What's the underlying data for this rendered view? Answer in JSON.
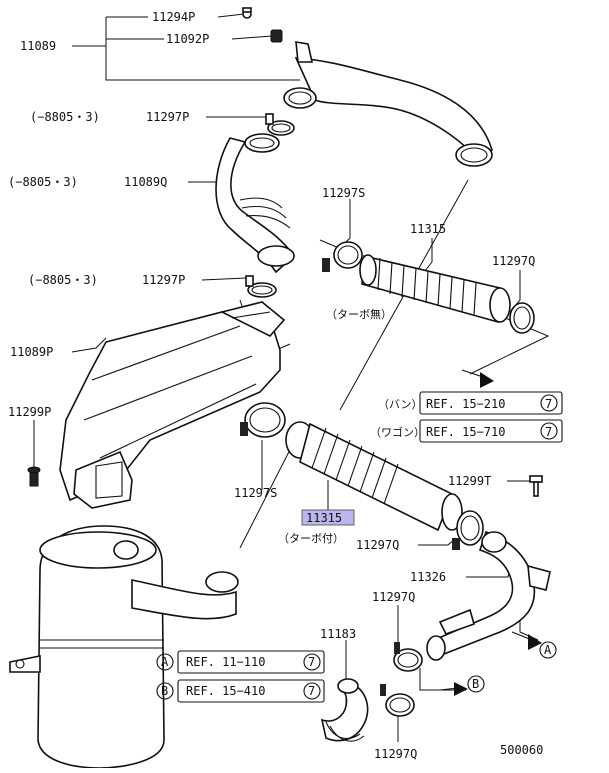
{
  "labels": {
    "p11294P": "11294P",
    "p11089_top": "11089",
    "p11092P": "11092P",
    "p11297P_a": "11297P",
    "p11089Q": "11089Q",
    "p11297S_top": "11297S",
    "p11315_top": "11315",
    "p11297Q_right": "11297Q",
    "p11297P_b": "11297P",
    "p11089P": "11089P",
    "p11299P": "11299P",
    "p11297S_mid": "11297S",
    "p11315_hl": "11315",
    "p11297Q_mid": "11297Q",
    "p11299T": "11299T",
    "p11326": "11326",
    "p11297Q_low": "11297Q",
    "p11183": "11183",
    "p11297Q_bot": "11297Q"
  },
  "date_ranges": {
    "a": "(−8805・3)",
    "b": "(−8805・3)",
    "c": "(−8805・3)"
  },
  "notes": {
    "turbo_none": "（ターボ無）",
    "turbo_with": "（ターボ付）",
    "van": "（バン）",
    "wagon": "（ワゴン）"
  },
  "refs": {
    "van_ref": "REF. 15−210",
    "van_num": "7",
    "wagon_ref": "REF. 15−710",
    "wagon_num": "7",
    "a_letter": "A",
    "a_ref": "REF. 11−110",
    "a_num": "7",
    "b_letter": "B",
    "b_ref": "REF. 15−410",
    "b_num": "7"
  },
  "arrow_letters": {
    "a": "A",
    "b": "B"
  },
  "diagram_code": "500060"
}
